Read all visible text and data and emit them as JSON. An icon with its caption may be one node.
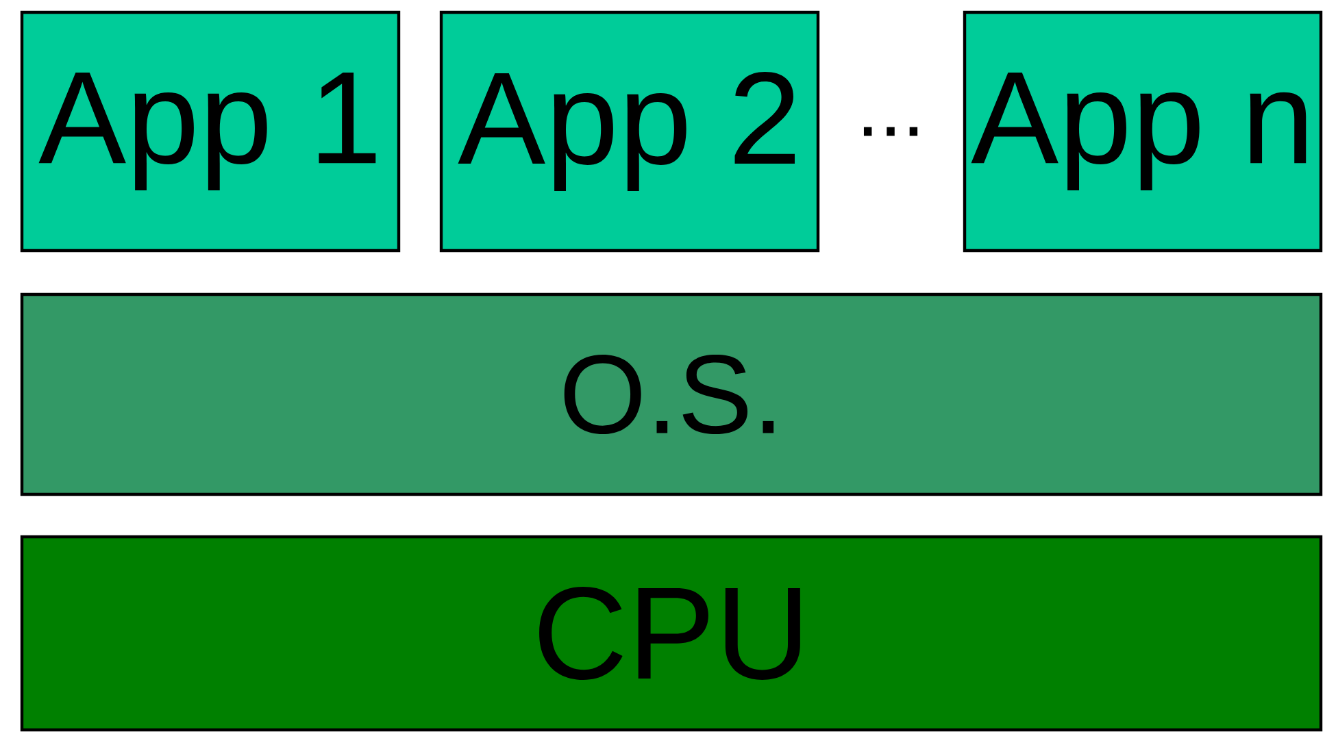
{
  "diagram": {
    "nodes": [
      {
        "text": [
          "App 1"
        ]
      },
      {
        "text": [
          "App 2"
        ]
      },
      {
        "text": [
          "App n"
        ]
      },
      {
        "text": [
          "O.S."
        ]
      },
      {
        "text": [
          "CPU"
        ]
      }
    ],
    "labels": [
      "..."
    ]
  }
}
